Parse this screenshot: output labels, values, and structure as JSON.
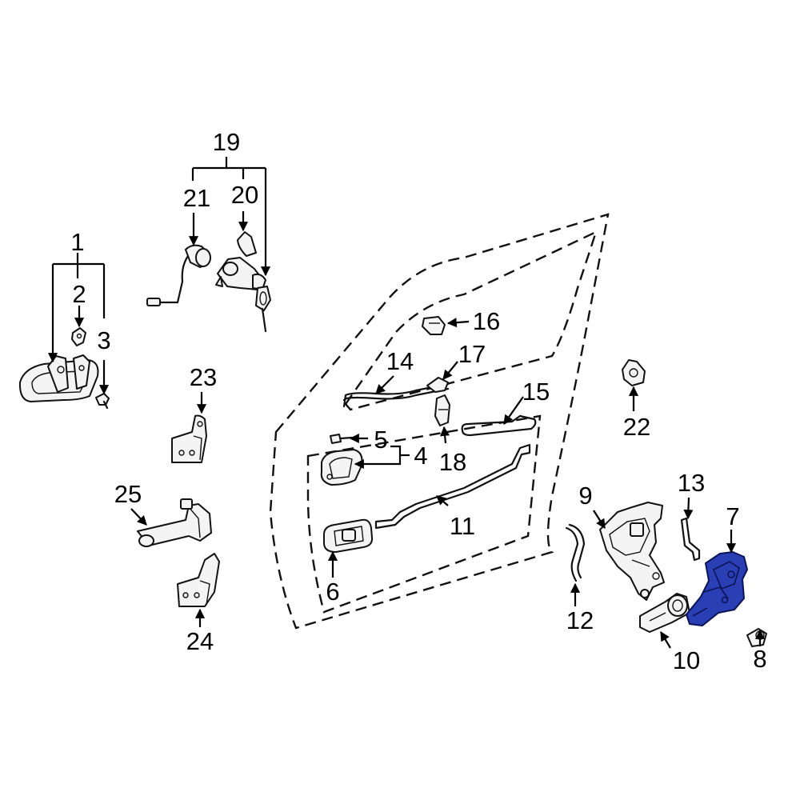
{
  "diagram": {
    "highlighted_part": "7",
    "highlight_color": "#2b3fb5",
    "callouts": [
      {
        "id": "c1",
        "text": "1"
      },
      {
        "id": "c2",
        "text": "2"
      },
      {
        "id": "c3",
        "text": "3"
      },
      {
        "id": "c4",
        "text": "4"
      },
      {
        "id": "c5",
        "text": "5"
      },
      {
        "id": "c6",
        "text": "6"
      },
      {
        "id": "c7",
        "text": "7"
      },
      {
        "id": "c8",
        "text": "8"
      },
      {
        "id": "c9",
        "text": "9"
      },
      {
        "id": "c10",
        "text": "10"
      },
      {
        "id": "c11",
        "text": "11"
      },
      {
        "id": "c12",
        "text": "12"
      },
      {
        "id": "c13",
        "text": "13"
      },
      {
        "id": "c14",
        "text": "14"
      },
      {
        "id": "c15",
        "text": "15"
      },
      {
        "id": "c16",
        "text": "16"
      },
      {
        "id": "c17",
        "text": "17"
      },
      {
        "id": "c18",
        "text": "18"
      },
      {
        "id": "c19",
        "text": "19"
      },
      {
        "id": "c20",
        "text": "20"
      },
      {
        "id": "c21",
        "text": "21"
      },
      {
        "id": "c22",
        "text": "22"
      },
      {
        "id": "c23",
        "text": "23"
      },
      {
        "id": "c24",
        "text": "24"
      },
      {
        "id": "c25",
        "text": "25"
      }
    ]
  }
}
